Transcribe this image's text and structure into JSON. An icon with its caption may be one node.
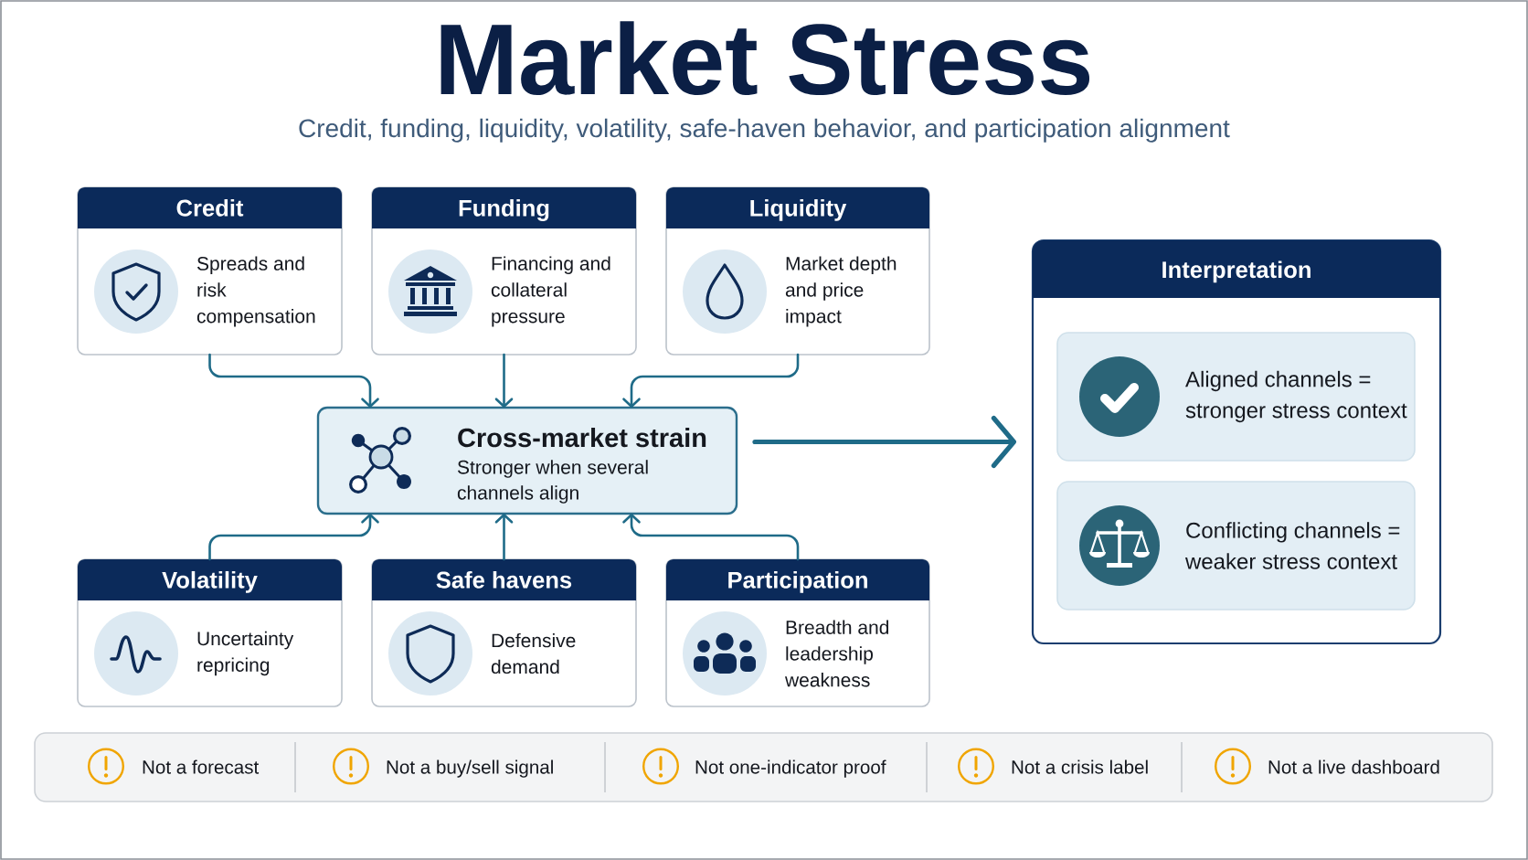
{
  "diagram": {
    "title": "Market Stress",
    "nodes": [
      {
        "text": [
          "Credit",
          "Spreads and risk compensation"
        ]
      },
      {
        "text": [
          "Funding",
          "Financing and collateral pressure"
        ]
      },
      {
        "text": [
          "Liquidity",
          "Market depth and price impact"
        ]
      },
      {
        "text": [
          "Cross-market strain",
          "Stronger when several channels align"
        ]
      },
      {
        "text": [
          "Volatility",
          "Uncertainty repricing"
        ]
      },
      {
        "text": [
          "Safe havens",
          "Defensive demand"
        ]
      },
      {
        "text": [
          "Participation",
          "Breadth and leadership weakness"
        ]
      },
      {
        "text": [
          "Interpretation"
        ]
      },
      {
        "text": [
          "Aligned channels = stronger stress context"
        ],
        "in": 7
      },
      {
        "text": [
          "Conflicting channels = weaker stress context"
        ],
        "in": 7
      },
      {
        "text": [
          "Not a forecast",
          "Not a buy/sell signal",
          "Not one-indicator proof",
          "Not a crisis label",
          "Not a live dashboard"
        ]
      }
    ],
    "edges": [
      {
        "from": 0,
        "to": 3,
        "arrow": "to"
      },
      {
        "from": 1,
        "to": 3,
        "arrow": "to"
      },
      {
        "from": 2,
        "to": 3,
        "arrow": "to"
      },
      {
        "from": 4,
        "to": 3,
        "arrow": "to"
      },
      {
        "from": 5,
        "to": 3,
        "arrow": "to"
      },
      {
        "from": 6,
        "to": 3,
        "arrow": "to"
      },
      {
        "from": 3,
        "to": 7,
        "arrow": "to",
        "style": "thick"
      }
    ],
    "labels": [
      "Credit, funding, liquidity, volatility, safe-haven behavior, and participation alignment"
    ]
  }
}
